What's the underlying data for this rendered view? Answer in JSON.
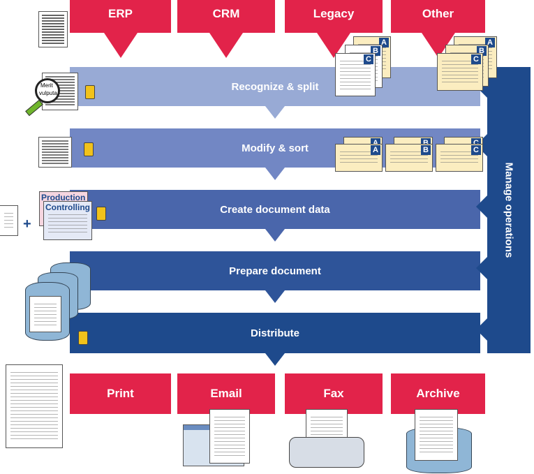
{
  "sources": [
    "ERP",
    "CRM",
    "Legacy",
    "Other"
  ],
  "stages": [
    "Recognize & split",
    "Modify & sort",
    "Create document data",
    "Prepare document",
    "Distribute"
  ],
  "side_label": "Manage operations",
  "outputs": [
    "Print",
    "Email",
    "Fax",
    "Archive"
  ],
  "illustration_labels": {
    "magnifier_text_1": "Merit",
    "magnifier_text_2": "vulputa",
    "production": "Production",
    "controlling": "Controlling",
    "plus": "+"
  },
  "doc_letters": [
    "A",
    "B",
    "C"
  ],
  "colors": {
    "red": "#e2234a",
    "stage_1": "#98aad5",
    "stage_2": "#7287c4",
    "stage_3": "#4a66ab",
    "stage_4": "#2e5499",
    "stage_5": "#1e4a8c",
    "manage": "#1e4a8c"
  }
}
